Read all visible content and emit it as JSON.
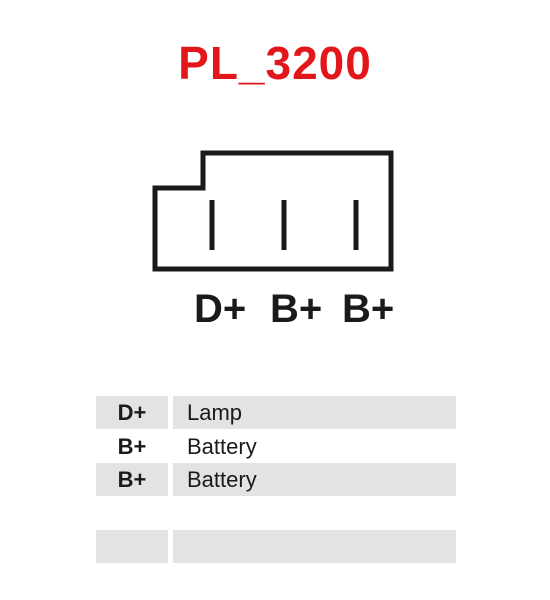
{
  "title": "PL_3200",
  "pin_labels": [
    "D+",
    "B+",
    "B+"
  ],
  "table": {
    "rows": [
      {
        "pin": "D+",
        "description": "Lamp",
        "shaded": true
      },
      {
        "pin": "B+",
        "description": "Battery",
        "shaded": false
      },
      {
        "pin": "B+",
        "description": "Battery",
        "shaded": true
      }
    ]
  },
  "colors": {
    "title": "#e3171b",
    "shading": "#e3e3e3",
    "outline": "#1a1a1a"
  }
}
